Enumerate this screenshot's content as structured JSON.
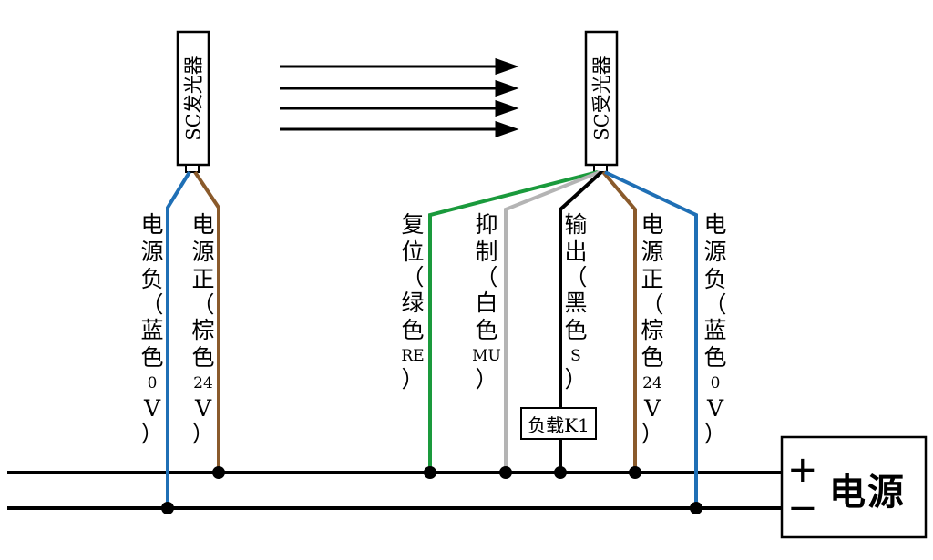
{
  "emitter": {
    "label": "SC发光器"
  },
  "receiver": {
    "label": "SC受光器"
  },
  "colors": {
    "blue": "#1f6fb5",
    "brown": "#8a5a2b",
    "green": "#1a9a3c",
    "gray": "#b4b4b4",
    "black": "#000000"
  },
  "wires": {
    "emitter_neg": {
      "name": "电源负",
      "color_name": "蓝色",
      "voltage": "0",
      "unit": "V"
    },
    "emitter_pos": {
      "name": "电源正",
      "color_name": "棕色",
      "voltage": "24",
      "unit": "V"
    },
    "reset": {
      "name": "复位",
      "color_name": "绿色",
      "code": "RE"
    },
    "inhibit": {
      "name": "抑制",
      "color_name": "白色",
      "code": "MU"
    },
    "output": {
      "name": "输出",
      "color_name": "黑色",
      "code": "S"
    },
    "receiver_pos": {
      "name": "电源正",
      "color_name": "棕色",
      "voltage": "24",
      "unit": "V"
    },
    "receiver_neg": {
      "name": "电源负",
      "color_name": "蓝色",
      "voltage": "0",
      "unit": "V"
    }
  },
  "load": {
    "label": "负载K1"
  },
  "power_supply": {
    "label": "电源",
    "plus": "+",
    "minus": "−"
  },
  "paren_open": "（",
  "paren_close": "）"
}
